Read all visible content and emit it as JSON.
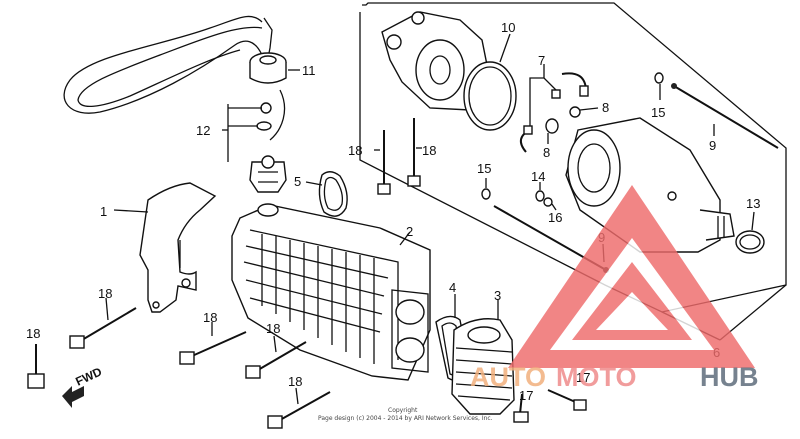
{
  "labels": {
    "p1": "1",
    "p2": "2",
    "p3": "3",
    "p4": "4",
    "p5": "5",
    "p6": "6",
    "p7": "7",
    "p8a": "8",
    "p8b": "8",
    "p9a": "9",
    "p9b": "9",
    "p10": "10",
    "p11": "11",
    "p12": "12",
    "p13": "13",
    "p14": "14",
    "p15a": "15",
    "p15b": "15",
    "p16": "16",
    "p17a": "17",
    "p17b": "17",
    "p18a": "18",
    "p18b": "18",
    "p18c": "18",
    "p18d": "18",
    "p18e": "18",
    "p18f": "18",
    "p18g": "18"
  },
  "fwd_label": "FWD",
  "copyright": {
    "line1": "Copyright",
    "line2": "Page design (c) 2004 - 2014 by ARI Network Services, Inc."
  },
  "watermark": {
    "auto": "AUTO",
    "moto": "MOTO",
    "hub": "HUB"
  },
  "colors": {
    "watermark_triangle": "#ee6b6b",
    "watermark_auto": "#f1b07d",
    "watermark_hub": "#5f6d7c"
  }
}
